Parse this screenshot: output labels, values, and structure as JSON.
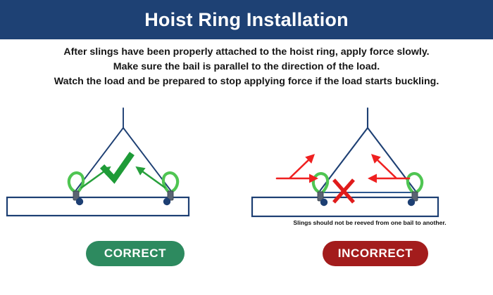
{
  "banner": {
    "title": "Hoist Ring Installation",
    "background_color": "#1e4174",
    "text_color": "#ffffff"
  },
  "instructions": {
    "line1": "After slings have been properly attached to the hoist ring, apply force slowly.",
    "line2": "Make sure the bail is parallel to the direction of the load.",
    "line3": "Watch the load and be prepared to stop applying force if the load starts buckling."
  },
  "diagrams": {
    "left": {
      "kind": "correct",
      "marker_icon": "green-check-icon",
      "marker_color": "#1e9b37",
      "arrow_color": "#27a03c",
      "sling_color": "#1d3f73",
      "ring_color": "#4fc552",
      "load_bar_color": "#1d3f73",
      "caption": ""
    },
    "right": {
      "kind": "incorrect",
      "marker_icon": "red-x-icon",
      "marker_color": "#e01b1b",
      "arrow_color": "#ef2020",
      "sling_color": "#1d3f73",
      "ring_color": "#4fc552",
      "load_bar_color": "#1d3f73",
      "caption": "Slings should not be reeved from one bail to another."
    }
  },
  "buttons": {
    "correct": {
      "label": "CORRECT",
      "color": "#2d8a5f"
    },
    "incorrect": {
      "label": "INCORRECT",
      "color": "#a31c1c"
    }
  }
}
